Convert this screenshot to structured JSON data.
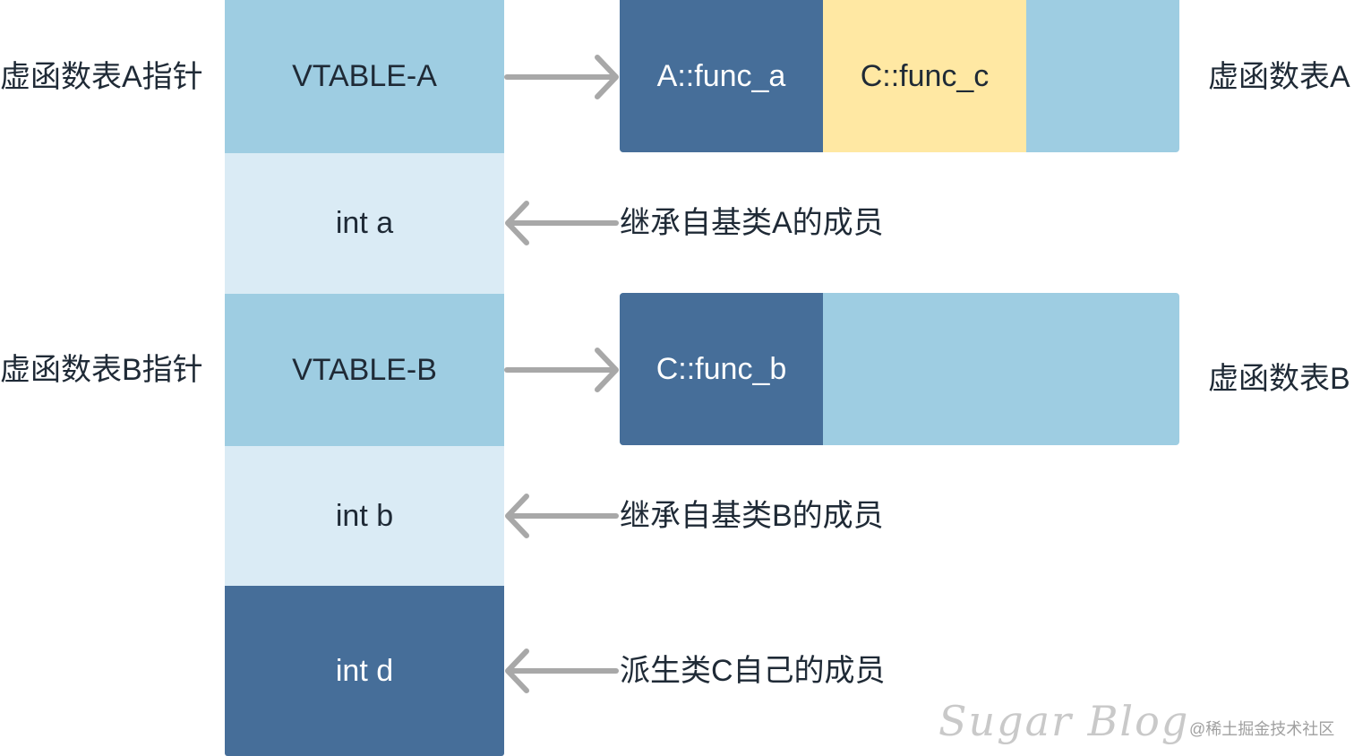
{
  "colors": {
    "light_blue": "#9ecde2",
    "pale_blue": "#daebf5",
    "dark_blue": "#466e99",
    "yellow": "#ffe8a3",
    "arrow_gray": "#a8a8a8"
  },
  "left_labels": {
    "vptr_a": "虚函数表A指针",
    "vptr_b": "虚函数表B指针"
  },
  "object_layout": {
    "vtable_a": "VTABLE-A",
    "int_a": "int a",
    "vtable_b": "VTABLE-B",
    "int_b": "int b",
    "int_d": "int d"
  },
  "vtable_a": {
    "entries": [
      "A::func_a",
      "C::func_c"
    ],
    "label": "虚函数表A"
  },
  "vtable_b": {
    "entries": [
      "C::func_b"
    ],
    "label": "虚函数表B"
  },
  "member_labels": {
    "from_a": "继承自基类A的成员",
    "from_b": "继承自基类B的成员",
    "own_c": "派生类C自己的成员"
  },
  "watermark": {
    "signature": "Sugar Blog",
    "credit": "@稀土掘金技术社区"
  }
}
